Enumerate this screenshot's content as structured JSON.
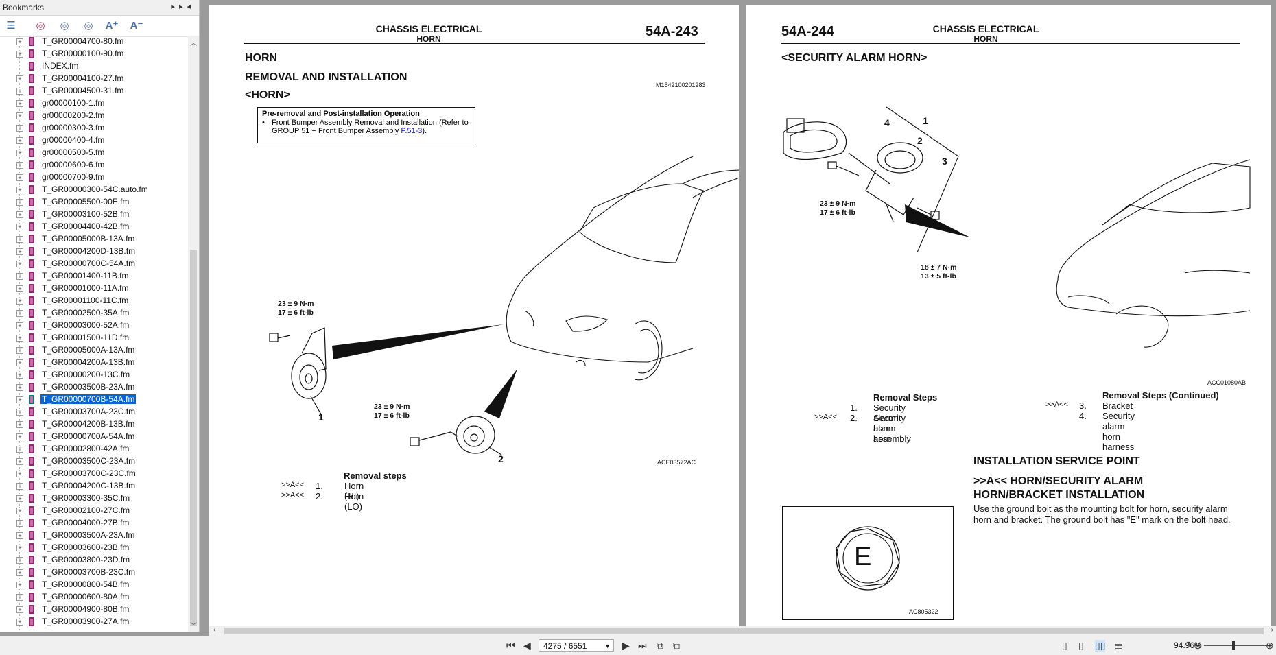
{
  "sidebar": {
    "title": "Bookmarks",
    "bookmarks": [
      "T_GR00004700-80.fm",
      "T_GR00000100-90.fm",
      "INDEX.fm",
      "T_GR00004100-27.fm",
      "T_GR00004500-31.fm",
      "gr00000100-1.fm",
      "gr00000200-2.fm",
      "gr00000300-3.fm",
      "gr00000400-4.fm",
      "gr00000500-5.fm",
      "gr00000600-6.fm",
      "gr00000700-9.fm",
      "T_GR00000300-54C.auto.fm",
      "T_GR00005500-00E.fm",
      "T_GR00003100-52B.fm",
      "T_GR00004400-42B.fm",
      "T_GR00005000B-13A.fm",
      "T_GR00004200D-13B.fm",
      "T_GR00000700C-54A.fm",
      "T_GR00001400-11B.fm",
      "T_GR00001000-11A.fm",
      "T_GR00001100-11C.fm",
      "T_GR00002500-35A.fm",
      "T_GR00003000-52A.fm",
      "T_GR00001500-11D.fm",
      "T_GR00005000A-13A.fm",
      "T_GR00004200A-13B.fm",
      "T_GR00000200-13C.fm",
      "T_GR00003500B-23A.fm",
      "T_GR00000700B-54A.fm",
      "T_GR00003700A-23C.fm",
      "T_GR00004200B-13B.fm",
      "T_GR00000700A-54A.fm",
      "T_GR00002800-42A.fm",
      "T_GR00003500C-23A.fm",
      "T_GR00003700C-23C.fm",
      "T_GR00004200C-13B.fm",
      "T_GR00003300-35C.fm",
      "T_GR00002100-27C.fm",
      "T_GR00004000-27B.fm",
      "T_GR00003500A-23A.fm",
      "T_GR00003600-23B.fm",
      "T_GR00003800-23D.fm",
      "T_GR00003700B-23C.fm",
      "T_GR00000800-54B.fm",
      "T_GR00000600-80A.fm",
      "T_GR00004900-80B.fm",
      "T_GR00003900-27A.fm"
    ],
    "selected_index": 29
  },
  "page1": {
    "header": "CHASSIS ELECTRICAL",
    "subheader": "HORN",
    "page_number": "54A-243",
    "title": "HORN",
    "subtitle": "REMOVAL AND INSTALLATION",
    "section": "<HORN>",
    "doc_code": "M1542100201283",
    "note_title": "Pre-removal and Post-installation Operation",
    "note_text": "Front Bumper Assembly Removal and Installation (Refer to GROUP 51 − Front Bumper Assembly ",
    "note_link": "P.51-3",
    "note_end": ").",
    "torque1_a": "23 ± 9 N·m",
    "torque1_b": "17 ± 6 ft-lb",
    "torque2_a": "23 ± 9 N·m",
    "torque2_b": "17 ± 6 ft-lb",
    "callout1": "1",
    "callout2": "2",
    "fig_code": "ACE03572AC",
    "steps_title": "Removal steps",
    "steps": [
      {
        "ref": ">>A<<",
        "num": "1.",
        "label": "Horn (HI)"
      },
      {
        "ref": ">>A<<",
        "num": "2.",
        "label": "Horn (LO)"
      }
    ]
  },
  "page2": {
    "page_number": "54A-244",
    "header": "CHASSIS ELECTRICAL",
    "subheader": "HORN",
    "title": "<SECURITY ALARM HORN>",
    "torque1_a": "23 ± 9 N·m",
    "torque1_b": "17 ± 6 ft-lb",
    "torque2_a": "18 ± 7 N·m",
    "torque2_b": "13 ± 5 ft-lb",
    "callouts": [
      "1",
      "2",
      "3",
      "4"
    ],
    "fig_code": "ACC01080AB",
    "steps_title": "Removal Steps",
    "steps_left": [
      {
        "ref": "",
        "num": "1.",
        "label": "Security alarm horn assembly"
      },
      {
        "ref": ">>A<<",
        "num": "2.",
        "label": "Security alarm horn"
      }
    ],
    "steps_title2": "Removal Steps (Continued)",
    "steps_right": [
      {
        "ref": ">>A<<",
        "num": "3.",
        "label": "Bracket"
      },
      {
        "ref": "",
        "num": "4.",
        "label": "Security alarm horn harness"
      }
    ],
    "isp_title": "INSTALLATION SERVICE POINT",
    "isp_sub1": ">>A<< HORN/SECURITY ALARM",
    "isp_sub2": "HORN/BRACKET INSTALLATION",
    "isp_text": "Use the ground bolt as the mounting bolt for horn, security alarm horn and bracket. The ground bolt has \"E\" mark on the bolt head.",
    "bolt_mark": "E",
    "bolt_code": "AC805322"
  },
  "statusbar": {
    "page_field": "4275 / 6551",
    "zoom": "94.96%"
  }
}
